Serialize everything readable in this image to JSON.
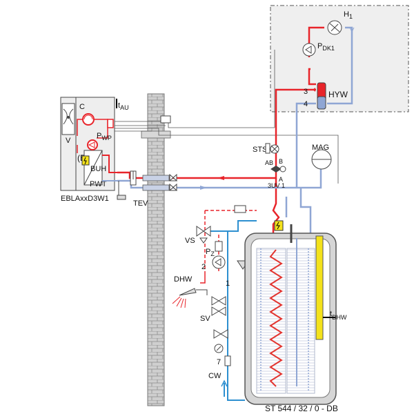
{
  "colors": {
    "hot": "#e8242a",
    "hot_light": "#f0a0a0",
    "cold": "#8fa6d4",
    "cold_light": "#b8c7e6",
    "tap_cold": "#2c8fd0",
    "housing": "#f0f0f0",
    "wall": "#c9c9c9",
    "control_box": "#ececec",
    "coil": "#e3342f",
    "sensor": "#f4e21b",
    "tank_shell": "#9a9a9a"
  },
  "labels": {
    "c": "C",
    "e": "(E",
    "v": "V",
    "t_au": "t",
    "t_au_sub": "AU",
    "p_wp": "P",
    "p_wp_sub": "WP",
    "buh": "BUH",
    "pwt": "PWT",
    "unit": "EBLAxxD3W1",
    "tev": "TEV",
    "sts": "STS",
    "ab": "AB",
    "b": "B",
    "a": "A",
    "valve_3uv": "3UV 1",
    "mag": "MAG",
    "h1": "H",
    "h1_sub": "1",
    "p_dk": "P",
    "p_dk_sub": "DK1",
    "hyw": "HYW",
    "n3": "3",
    "n4": "4",
    "vs": "VS",
    "pz": "P",
    "pz_sub": "Z",
    "n2": "2",
    "n1": "1",
    "dhw": "DHW",
    "sv": "SV",
    "n7": "7",
    "cw": "CW",
    "t_dhw": "t",
    "t_dhw_sub": "DHW",
    "tank": "ST 544 / 32 / 0 - DB"
  },
  "icons": {
    "fan": "fan-icon",
    "compressor": "compressor-icon",
    "circulation_pump": "circulation-pump-icon",
    "heater_warning": "high-voltage-warning-icon",
    "shower": "shower-head-icon",
    "pressure_gauge": "pressure-gauge-icon",
    "valve": "gate-valve-icon",
    "radiator": "radiator-icon"
  }
}
